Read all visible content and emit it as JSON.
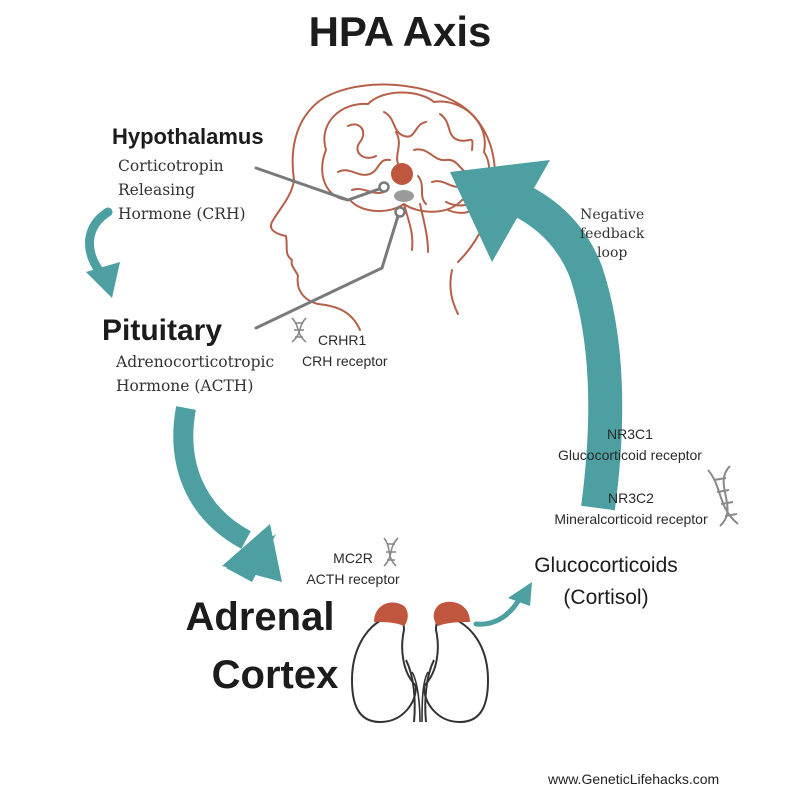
{
  "title": "HPA Axis",
  "hypothalamus": {
    "name": "Hypothalamus",
    "hormone_lines": [
      "Corticotropin",
      "Releasing",
      "Hormone (CRH)"
    ]
  },
  "pituitary": {
    "name": "Pituitary",
    "hormone_lines": [
      "Adrenocorticotropic",
      "Hormone (ACTH)"
    ]
  },
  "crhr1": {
    "gene": "CRHR1",
    "desc": "CRH receptor"
  },
  "feedback": {
    "lines": [
      "Negative",
      "feedback",
      "loop"
    ]
  },
  "nr3c1": {
    "gene": "NR3C1",
    "desc": "Glucocorticoid receptor"
  },
  "nr3c2": {
    "gene": "NR3C2",
    "desc": "Mineralcorticoid receptor"
  },
  "mc2r": {
    "gene": "MC2R",
    "desc": "ACTH receptor"
  },
  "adrenal": {
    "lines": [
      "Adrenal",
      "Cortex"
    ]
  },
  "glucocorticoids": {
    "name": "Glucocorticoids",
    "example": "(Cortisol)"
  },
  "website": "www.GeneticLifehacks.com",
  "colors": {
    "arrow": "#4e9fa1",
    "outline": "#b5604a",
    "gland": "#c0563e",
    "connector": "#7a7a7a",
    "text": "#222222"
  },
  "icons": [
    "brain-head-icon",
    "dna-icon",
    "kidney-icon"
  ]
}
